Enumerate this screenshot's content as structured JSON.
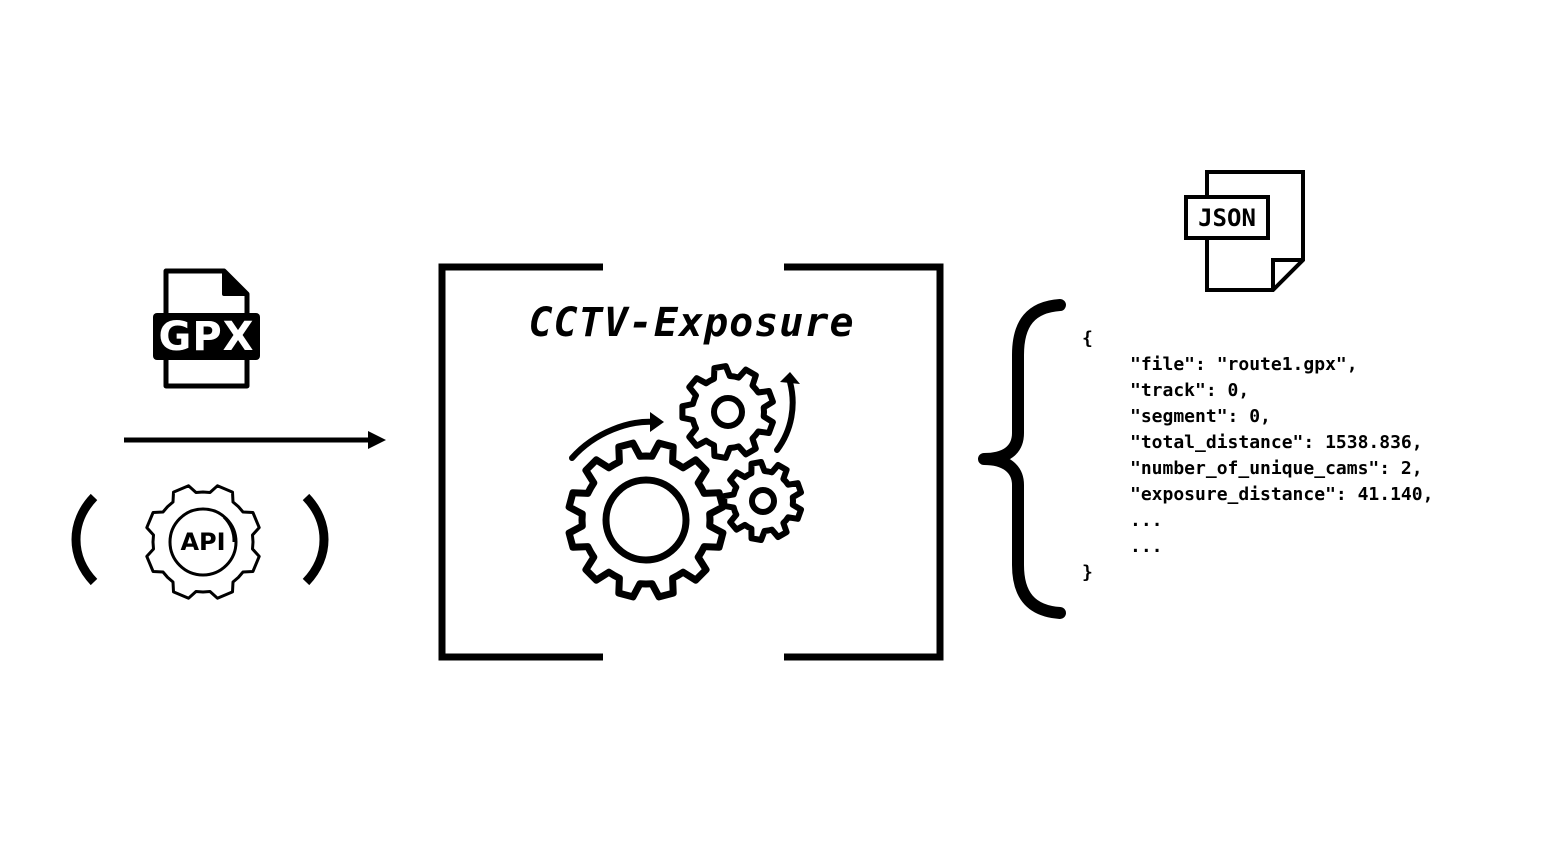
{
  "inputs": {
    "gpx_label": "GPX",
    "api_label": "API"
  },
  "processor": {
    "title": "CCTV-Exposure"
  },
  "output": {
    "json_label": "JSON",
    "open_brace": "{",
    "lines": [
      "\"file\": \"route1.gpx\",",
      "\"track\": 0,",
      "\"segment\": 0,",
      "\"total_distance\": 1538.836,",
      "\"number_of_unique_cams\": 2,",
      "\"exposure_distance\": 41.140,",
      "...",
      "..."
    ],
    "close_brace": "}"
  },
  "colors": {
    "ink": "#000000",
    "background": "#ffffff"
  }
}
